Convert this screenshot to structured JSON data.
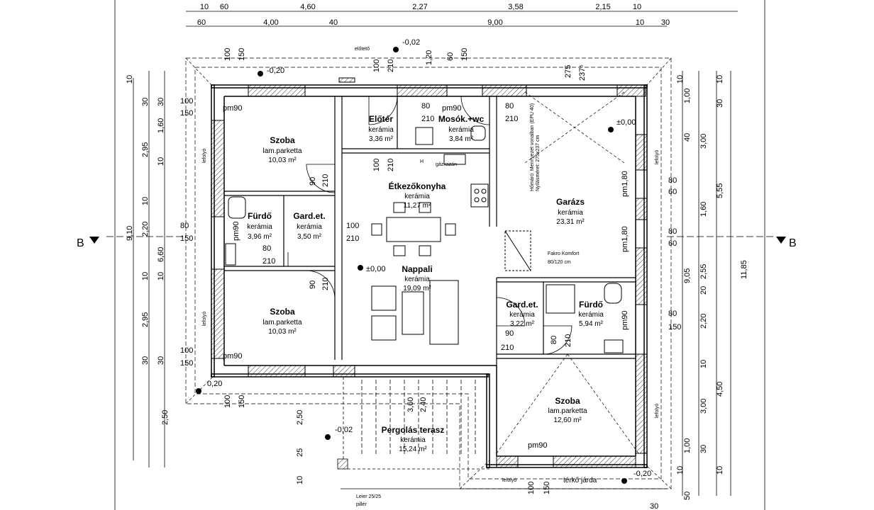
{
  "rooms": [
    {
      "name": "Előtér",
      "finish": "kerámia",
      "area": "3,36 m²"
    },
    {
      "name": "Mosók.+wc",
      "finish": "kerámia",
      "area": "3,84 m²"
    },
    {
      "name": "Szoba",
      "finish": "lam.parketta",
      "area": "10,03 m²"
    },
    {
      "name": "Étkezőkonyha",
      "finish": "kerámia",
      "area": "11,27 m²"
    },
    {
      "name": "Garázs",
      "finish": "kerámia",
      "area": "23,31 m²"
    },
    {
      "name": "Fürdő",
      "finish": "kerámia",
      "area": "3,96 m²"
    },
    {
      "name": "Gard.et.",
      "finish": "kerámia",
      "area": "3,50 m²"
    },
    {
      "name": "Nappali",
      "finish": "kerámia",
      "area": "19,09 m²"
    },
    {
      "name": "Szoba",
      "finish": "lam.parketta",
      "area": "10,03 m²"
    },
    {
      "name": "Gard.et.",
      "finish": "kerámia",
      "area": "3,22 m²"
    },
    {
      "name": "Fürdő",
      "finish": "kerámia",
      "area": "5,94 m²"
    },
    {
      "name": "Szoba",
      "finish": "lam.parketta",
      "area": "12,60 m²"
    },
    {
      "name": "Pergolás terasz",
      "finish": "kerámia",
      "area": "15,24 m²"
    }
  ],
  "labels": {
    "eloteto": "előtető",
    "gazkazan": "gázkazán",
    "lefolyo": "lefolyó",
    "fakro": "Fakro Komfort",
    "fakro_size": "80/120 cm",
    "terko": "térkő járda",
    "leier": "Leier 25/25",
    "piller": "pillér",
    "section_left": "B",
    "section_right": "B",
    "h": "H",
    "garage_note1": "Hőmáró: Mennyezet vonalban (EPU 40)",
    "garage_note2": "Nyílásméret: 275x237 cm"
  },
  "levels": [
    "-0,02",
    "-0,20",
    "±0,00",
    "±0,00",
    "-0,02",
    "-0,20",
    "0,20"
  ],
  "dims_top_row1": [
    "10",
    "60",
    "4,60",
    "2,27",
    "3,58",
    "2,15",
    "10"
  ],
  "dims_top_row2": [
    "60",
    "4,00",
    "40",
    "9,00",
    "10",
    "30"
  ],
  "dims_left_outer": [
    "10",
    "9,10",
    "2,50"
  ],
  "dims_left_mid": [
    "30",
    "2,95",
    "10",
    "6,60",
    "10",
    "2,95",
    "30"
  ],
  "dims_left_inner": [
    "30",
    "1,60",
    "10",
    "2,20",
    "10",
    "30"
  ],
  "dims_right_inner": [
    "10",
    "1,00",
    "40",
    "1,60",
    "20",
    "2,20",
    "10",
    "1,00",
    "10"
  ],
  "dims_right_mid": [
    "30",
    "3,00",
    "2,55",
    "3,00",
    "30"
  ],
  "dims_right_outer": [
    "10",
    "5,55",
    "9,05",
    "4,50",
    "10",
    "50"
  ],
  "dims_far_right": "11,85",
  "dims_bottom": "30",
  "openings": {
    "pm90": "pm90",
    "pm1_80": "pm1,80",
    "d80": "80",
    "d90": "90",
    "d100": "100",
    "d150": "150",
    "d210": "210",
    "d60": "60",
    "d120": "1,20",
    "d275": "275",
    "d237": "237⁵",
    "d360": "3,60",
    "d240": "2,40",
    "d250": "2,50",
    "d25": "25"
  }
}
